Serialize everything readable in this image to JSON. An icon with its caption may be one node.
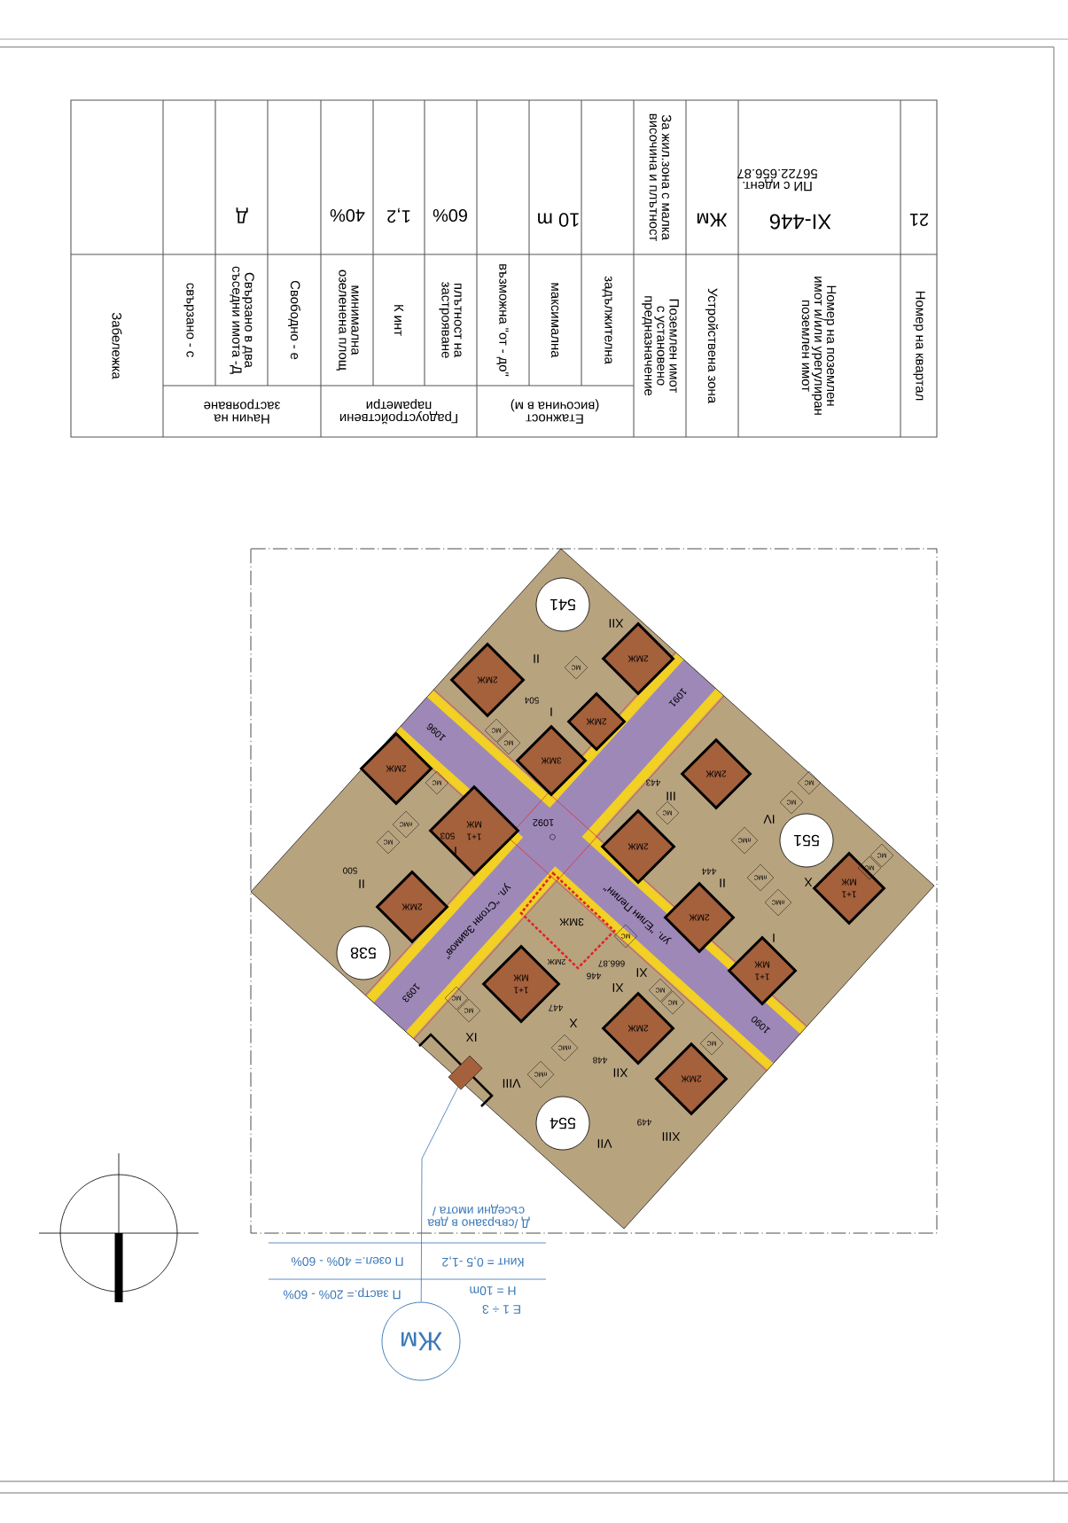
{
  "diagram": {
    "nodes": [
      {
        "text": [
          "541"
        ]
      },
      {
        "text": [
          "551"
        ]
      },
      {
        "text": [
          "538"
        ]
      },
      {
        "text": [
          "554"
        ]
      },
      {
        "text": [
          "2МЖ"
        ]
      },
      {
        "text": [
          "2МЖ"
        ]
      },
      {
        "text": [
          "2МЖ"
        ]
      },
      {
        "text": [
          "3МЖ"
        ]
      },
      {
        "text": [
          "2МЖ"
        ]
      },
      {
        "text": [
          "1+1 МЖ"
        ]
      },
      {
        "text": [
          "2МЖ"
        ]
      },
      {
        "text": [
          "2МЖ"
        ]
      },
      {
        "text": [
          "2МЖ"
        ]
      },
      {
        "text": [
          "2МЖ"
        ]
      },
      {
        "text": [
          "1+1 МЖ"
        ]
      },
      {
        "text": [
          "1+1 МЖ"
        ]
      },
      {
        "text": [
          "1+1 МЖ"
        ]
      },
      {
        "text": [
          "2МЖ"
        ]
      },
      {
        "text": [
          "2МЖ"
        ]
      },
      {
        "text": [
          "МС"
        ]
      },
      {
        "text": [
          "МС"
        ]
      },
      {
        "text": [
          "МС"
        ]
      },
      {
        "text": [
          "МС"
        ]
      },
      {
        "text": [
          "пМС"
        ]
      },
      {
        "text": [
          "МС"
        ]
      },
      {
        "text": [
          "МС"
        ]
      },
      {
        "text": [
          "МС"
        ]
      },
      {
        "text": [
          "МС"
        ]
      },
      {
        "text": [
          "пМС"
        ]
      },
      {
        "text": [
          "пМС"
        ]
      },
      {
        "text": [
          "пМС"
        ]
      },
      {
        "text": [
          "МС"
        ]
      },
      {
        "text": [
          "МС"
        ]
      },
      {
        "text": [
          "МС"
        ]
      },
      {
        "text": [
          "МС"
        ]
      },
      {
        "text": [
          "пМС"
        ]
      },
      {
        "text": [
          "пМС"
        ]
      },
      {
        "text": [
          "МС"
        ]
      },
      {
        "text": [
          "МС"
        ]
      },
      {
        "text": [
          "МС"
        ]
      },
      {
        "text": [
          "МС"
        ]
      },
      {
        "text": [
          "Жм"
        ]
      },
      {
        "text": [],
        "shape": "box"
      }
    ],
    "edges": [
      {
        "from": 41,
        "to": 42,
        "arrow": "none"
      }
    ],
    "labels": [
      "21",
      "XI-446",
      "ПИ с идент. 56722.656.87",
      "Жм",
      "За жил.зона с малка височина и плътност",
      "10 m",
      "60%",
      "1,2",
      "40%",
      "Д",
      "Номер на квартал",
      "Номер на поземлен имот и/или урегулиран поземлен имот",
      "Устройствена зона",
      "Поземлен имот с установено предназначение",
      "задължителна",
      "максимална",
      "възможна \"от - до\"",
      "плътност на застрояване",
      "К инт",
      "минимална озеленена площ",
      "Свободно - е",
      "Свързано в два съседни имота -Д",
      "свързано - с",
      "Забележка",
      "Етажност (височина в м)",
      "Градоустройствени параметри",
      "Начин на застрояване",
      "ул. \"Стоян Заимов\"",
      "ул. \"Елин Пелин\"",
      "1092",
      "1091",
      "1096",
      "1093",
      "1090",
      "XII",
      "II",
      "504",
      "I",
      "503",
      "I",
      "500",
      "II",
      "443",
      "III",
      "IV",
      "444",
      "II",
      "X",
      "I",
      "3МЖ",
      "2МЖ",
      "666.87",
      "XI",
      "446",
      "XI",
      "447",
      "X",
      "IX",
      "VIII",
      "448",
      "XII",
      "VII",
      "449",
      "XIII",
      "Д /свързано в два съседни имота /",
      "Кинт = 0,5 -1,2",
      "П озел.= 40% - 60%",
      "Е 1 ÷ 3",
      "H = 10m",
      "П застр.= 20% - 60%"
    ]
  }
}
